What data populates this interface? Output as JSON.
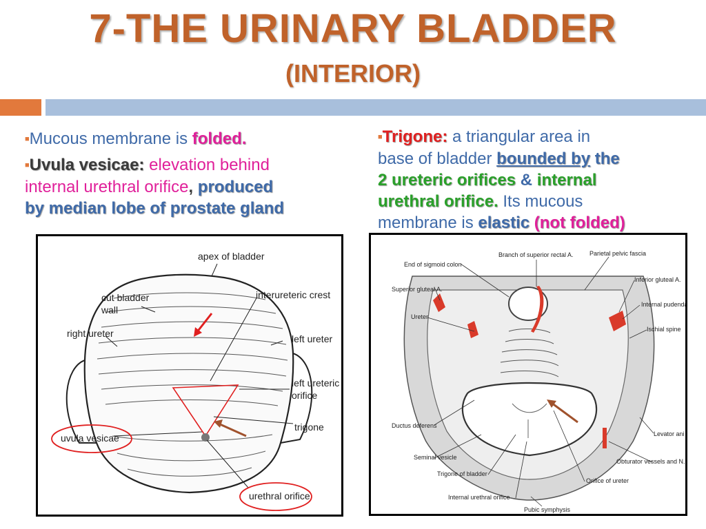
{
  "title": {
    "line1": "7-THE URINARY BLADDER",
    "line2": "(INTERIOR)"
  },
  "left_text": {
    "b1_pre": "Mucous membrane is ",
    "b1_em": "folded.",
    "b2_term": "Uvula vesicae:",
    "b2_def": " elevation behind",
    "b2_line2": "internal urethral orifice",
    "b2_comma": ", ",
    "b2_bold1": "produced",
    "b2_bold2": "by median lobe of prostate gland"
  },
  "right_text": {
    "term": "Trigone:",
    "t1": " a triangular area in",
    "t2": "base of bladder ",
    "bounded": "bounded by",
    "the": " the",
    "g1": "2 ureteric orifices",
    "amp": " & ",
    "g2": "internal",
    "g3": "urethral orifice.",
    "its": " Its mucous",
    "mem": "membrane is ",
    "elastic": "elastic",
    "notfolded": " (not folded)"
  },
  "left_figure": {
    "labels": {
      "apex": "apex of bladder",
      "cut1": "cut bladder",
      "cut2": "wall",
      "interureteric": "interureteric crest",
      "right_ureter": "right ureter",
      "left_ureter": "left ureter",
      "lur1": "left ureteric",
      "lur2": "orifice",
      "trigone": "trigone",
      "uvula": "uvula vesicae",
      "urethral": "urethral orifice"
    }
  },
  "right_figure": {
    "labels": {
      "sigmoid": "End of sigmoid colon",
      "rectal": "Branch of superior rectal A.",
      "parietal": "Parietal pelvic fascia",
      "sup_gluteal": "Superior gluteal A.",
      "inf_gluteal": "Inferior gluteal A.",
      "int_pudendal": "Internal pudendal A.",
      "ureter": "Ureter",
      "ischial": "Ischial spine",
      "ductus": "Ductus deferens",
      "levator": "Levator ani",
      "seminal": "Seminal vesicle",
      "obturator": "Obturator vessels and N.",
      "trigone": "Trigone of bladder",
      "orifice_ureter": "Orifice of ureter",
      "int_urethral": "Internal urethral orifice",
      "pubic": "Pubic symphysis"
    }
  },
  "colors": {
    "title": "#c0622a",
    "text_blue": "#3f6aa8",
    "accent_orange": "#e2793c",
    "bar_blue": "#a8bfdc",
    "pink": "#e0209a",
    "red": "#e02020",
    "green": "#2aa02a"
  }
}
